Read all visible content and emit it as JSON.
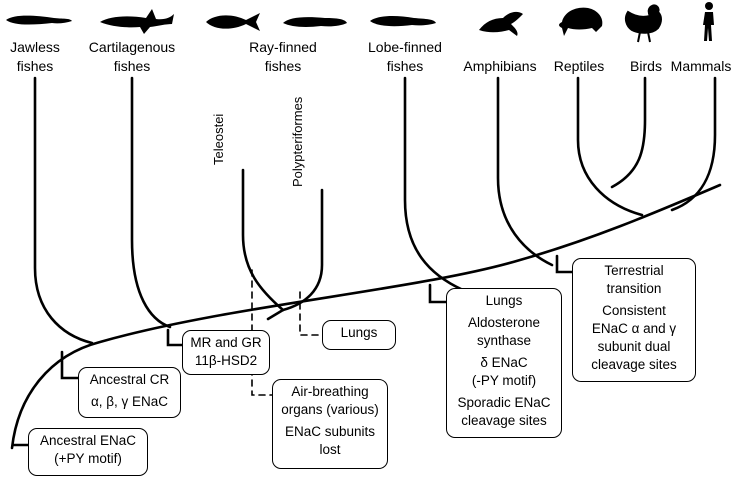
{
  "taxa": [
    {
      "id": "jawless",
      "lines": [
        "Jawless",
        "fishes"
      ],
      "icon": "lamprey-silhouette"
    },
    {
      "id": "cartilaginous",
      "lines": [
        "Cartilagenous",
        "fishes"
      ],
      "icon": "shark-silhouette"
    },
    {
      "id": "rayfinned",
      "lines": [
        "Ray-finned",
        "fishes"
      ],
      "icon": "fish-silhouette"
    },
    {
      "id": "lobefinned",
      "lines": [
        "Lobe-finned",
        "fishes"
      ],
      "icon": "lungfish-silhouette"
    },
    {
      "id": "amphibians",
      "lines": [
        "Amphibians"
      ],
      "icon": "frog-silhouette"
    },
    {
      "id": "reptiles",
      "lines": [
        "Reptiles"
      ],
      "icon": "turtle-silhouette"
    },
    {
      "id": "birds",
      "lines": [
        "Birds"
      ],
      "icon": "chicken-silhouette"
    },
    {
      "id": "mammals",
      "lines": [
        "Mammals"
      ],
      "icon": "human-silhouette"
    }
  ],
  "sublineages": {
    "teleostei": "Teleostei",
    "polypteriformes": "Polypteriformes"
  },
  "events": {
    "ancestral_enac": [
      "Ancestral ENaC",
      "(+PY motif)"
    ],
    "ancestral_cr": [
      "Ancestral CR",
      "α, β, γ ENaC"
    ],
    "mr_gr": [
      "MR and GR",
      "11β-HSD2"
    ],
    "air_breathing": [
      "Air-breathing",
      "organs (various)",
      "ENaC subunits",
      "lost"
    ],
    "lungs_poly": [
      "Lungs"
    ],
    "lungs_tetra": [
      "Lungs",
      "Aldosterone",
      "synthase",
      "δ ENaC",
      "(-PY motif)",
      "Sporadic ENaC",
      "cleavage sites"
    ],
    "terrestrial": [
      "Terrestrial",
      "transition",
      "Consistent",
      "ENaC α and γ",
      "subunit dual",
      "cleavage sites"
    ]
  }
}
